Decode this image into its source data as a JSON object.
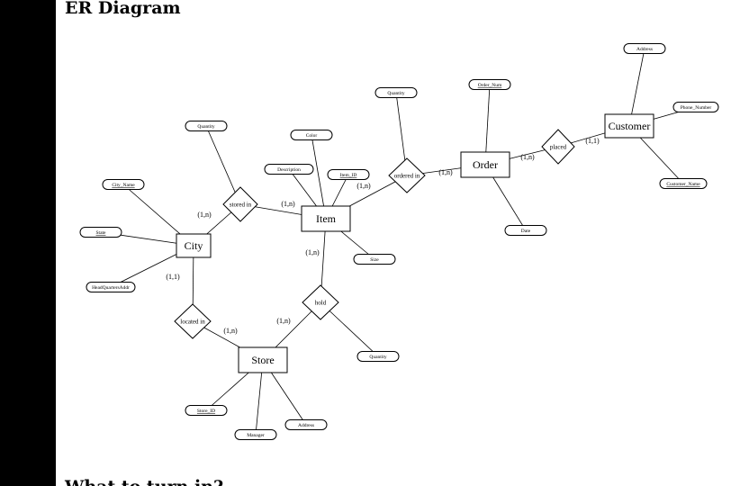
{
  "page": {
    "heading": "ER Diagram",
    "footer_heading": "What to turn in?"
  },
  "diagram": {
    "entities": [
      {
        "id": "city",
        "label": "City"
      },
      {
        "id": "item",
        "label": "Item"
      },
      {
        "id": "order",
        "label": "Order"
      },
      {
        "id": "customer",
        "label": "Customer"
      },
      {
        "id": "store",
        "label": "Store"
      }
    ],
    "relationships": [
      {
        "id": "stored_in",
        "label": "stored in"
      },
      {
        "id": "ordered_in",
        "label": "ordered in"
      },
      {
        "id": "placed",
        "label": "placed"
      },
      {
        "id": "located_in",
        "label": "located in"
      },
      {
        "id": "hold",
        "label": "hold"
      }
    ],
    "attributes": [
      {
        "id": "city_name",
        "label": "City_Name",
        "key": true
      },
      {
        "id": "state",
        "label": "State",
        "key": true
      },
      {
        "id": "hq_addr",
        "label": "HeadQuartersAddr",
        "key": false
      },
      {
        "id": "qty_stored",
        "label": "Quantity",
        "key": false
      },
      {
        "id": "color",
        "label": "Color",
        "key": false
      },
      {
        "id": "description",
        "label": "Description",
        "key": false
      },
      {
        "id": "item_id",
        "label": "Item_ID",
        "key": true
      },
      {
        "id": "size",
        "label": "Size",
        "key": false
      },
      {
        "id": "qty_ordered",
        "label": "Quantity",
        "key": false
      },
      {
        "id": "order_num",
        "label": "Order_Num",
        "key": true
      },
      {
        "id": "date",
        "label": "Date",
        "key": false
      },
      {
        "id": "address_cust",
        "label": "Address",
        "key": false
      },
      {
        "id": "phone",
        "label": "Phone_Number",
        "key": false
      },
      {
        "id": "cust_name",
        "label": "Customer_Name",
        "key": true
      },
      {
        "id": "qty_hold",
        "label": "Quantity",
        "key": false
      },
      {
        "id": "store_id",
        "label": "Store_ID",
        "key": true
      },
      {
        "id": "manager",
        "label": "Manager",
        "key": false
      },
      {
        "id": "address_store",
        "label": "Address",
        "key": false
      }
    ],
    "cardinalities": [
      {
        "id": "c_city_stored",
        "label": "(1,n)"
      },
      {
        "id": "c_item_stored",
        "label": "(1,n)"
      },
      {
        "id": "c_item_ordered",
        "label": "(1,n)"
      },
      {
        "id": "c_order_ordered",
        "label": "(1,n)"
      },
      {
        "id": "c_order_placed",
        "label": "(1,n)"
      },
      {
        "id": "c_customer_placed",
        "label": "(1,1)"
      },
      {
        "id": "c_item_hold",
        "label": "(1,n)"
      },
      {
        "id": "c_store_hold",
        "label": "(1,n)"
      },
      {
        "id": "c_city_located",
        "label": "(1,1)"
      },
      {
        "id": "c_store_located",
        "label": "(1,n)"
      }
    ],
    "connections": [
      [
        "city",
        "stored_in"
      ],
      [
        "stored_in",
        "item"
      ],
      [
        "stored_in",
        "qty_stored"
      ],
      [
        "item",
        "ordered_in"
      ],
      [
        "ordered_in",
        "order"
      ],
      [
        "ordered_in",
        "qty_ordered"
      ],
      [
        "order",
        "placed"
      ],
      [
        "placed",
        "customer"
      ],
      [
        "city",
        "located_in"
      ],
      [
        "located_in",
        "store"
      ],
      [
        "item",
        "hold"
      ],
      [
        "hold",
        "store"
      ],
      [
        "hold",
        "qty_hold"
      ],
      [
        "city",
        "city_name"
      ],
      [
        "city",
        "state"
      ],
      [
        "city",
        "hq_addr"
      ],
      [
        "item",
        "color"
      ],
      [
        "item",
        "description"
      ],
      [
        "item",
        "item_id"
      ],
      [
        "item",
        "size"
      ],
      [
        "order",
        "order_num"
      ],
      [
        "order",
        "date"
      ],
      [
        "customer",
        "address_cust"
      ],
      [
        "customer",
        "phone"
      ],
      [
        "customer",
        "cust_name"
      ],
      [
        "store",
        "store_id"
      ],
      [
        "store",
        "manager"
      ],
      [
        "store",
        "address_store"
      ]
    ]
  }
}
